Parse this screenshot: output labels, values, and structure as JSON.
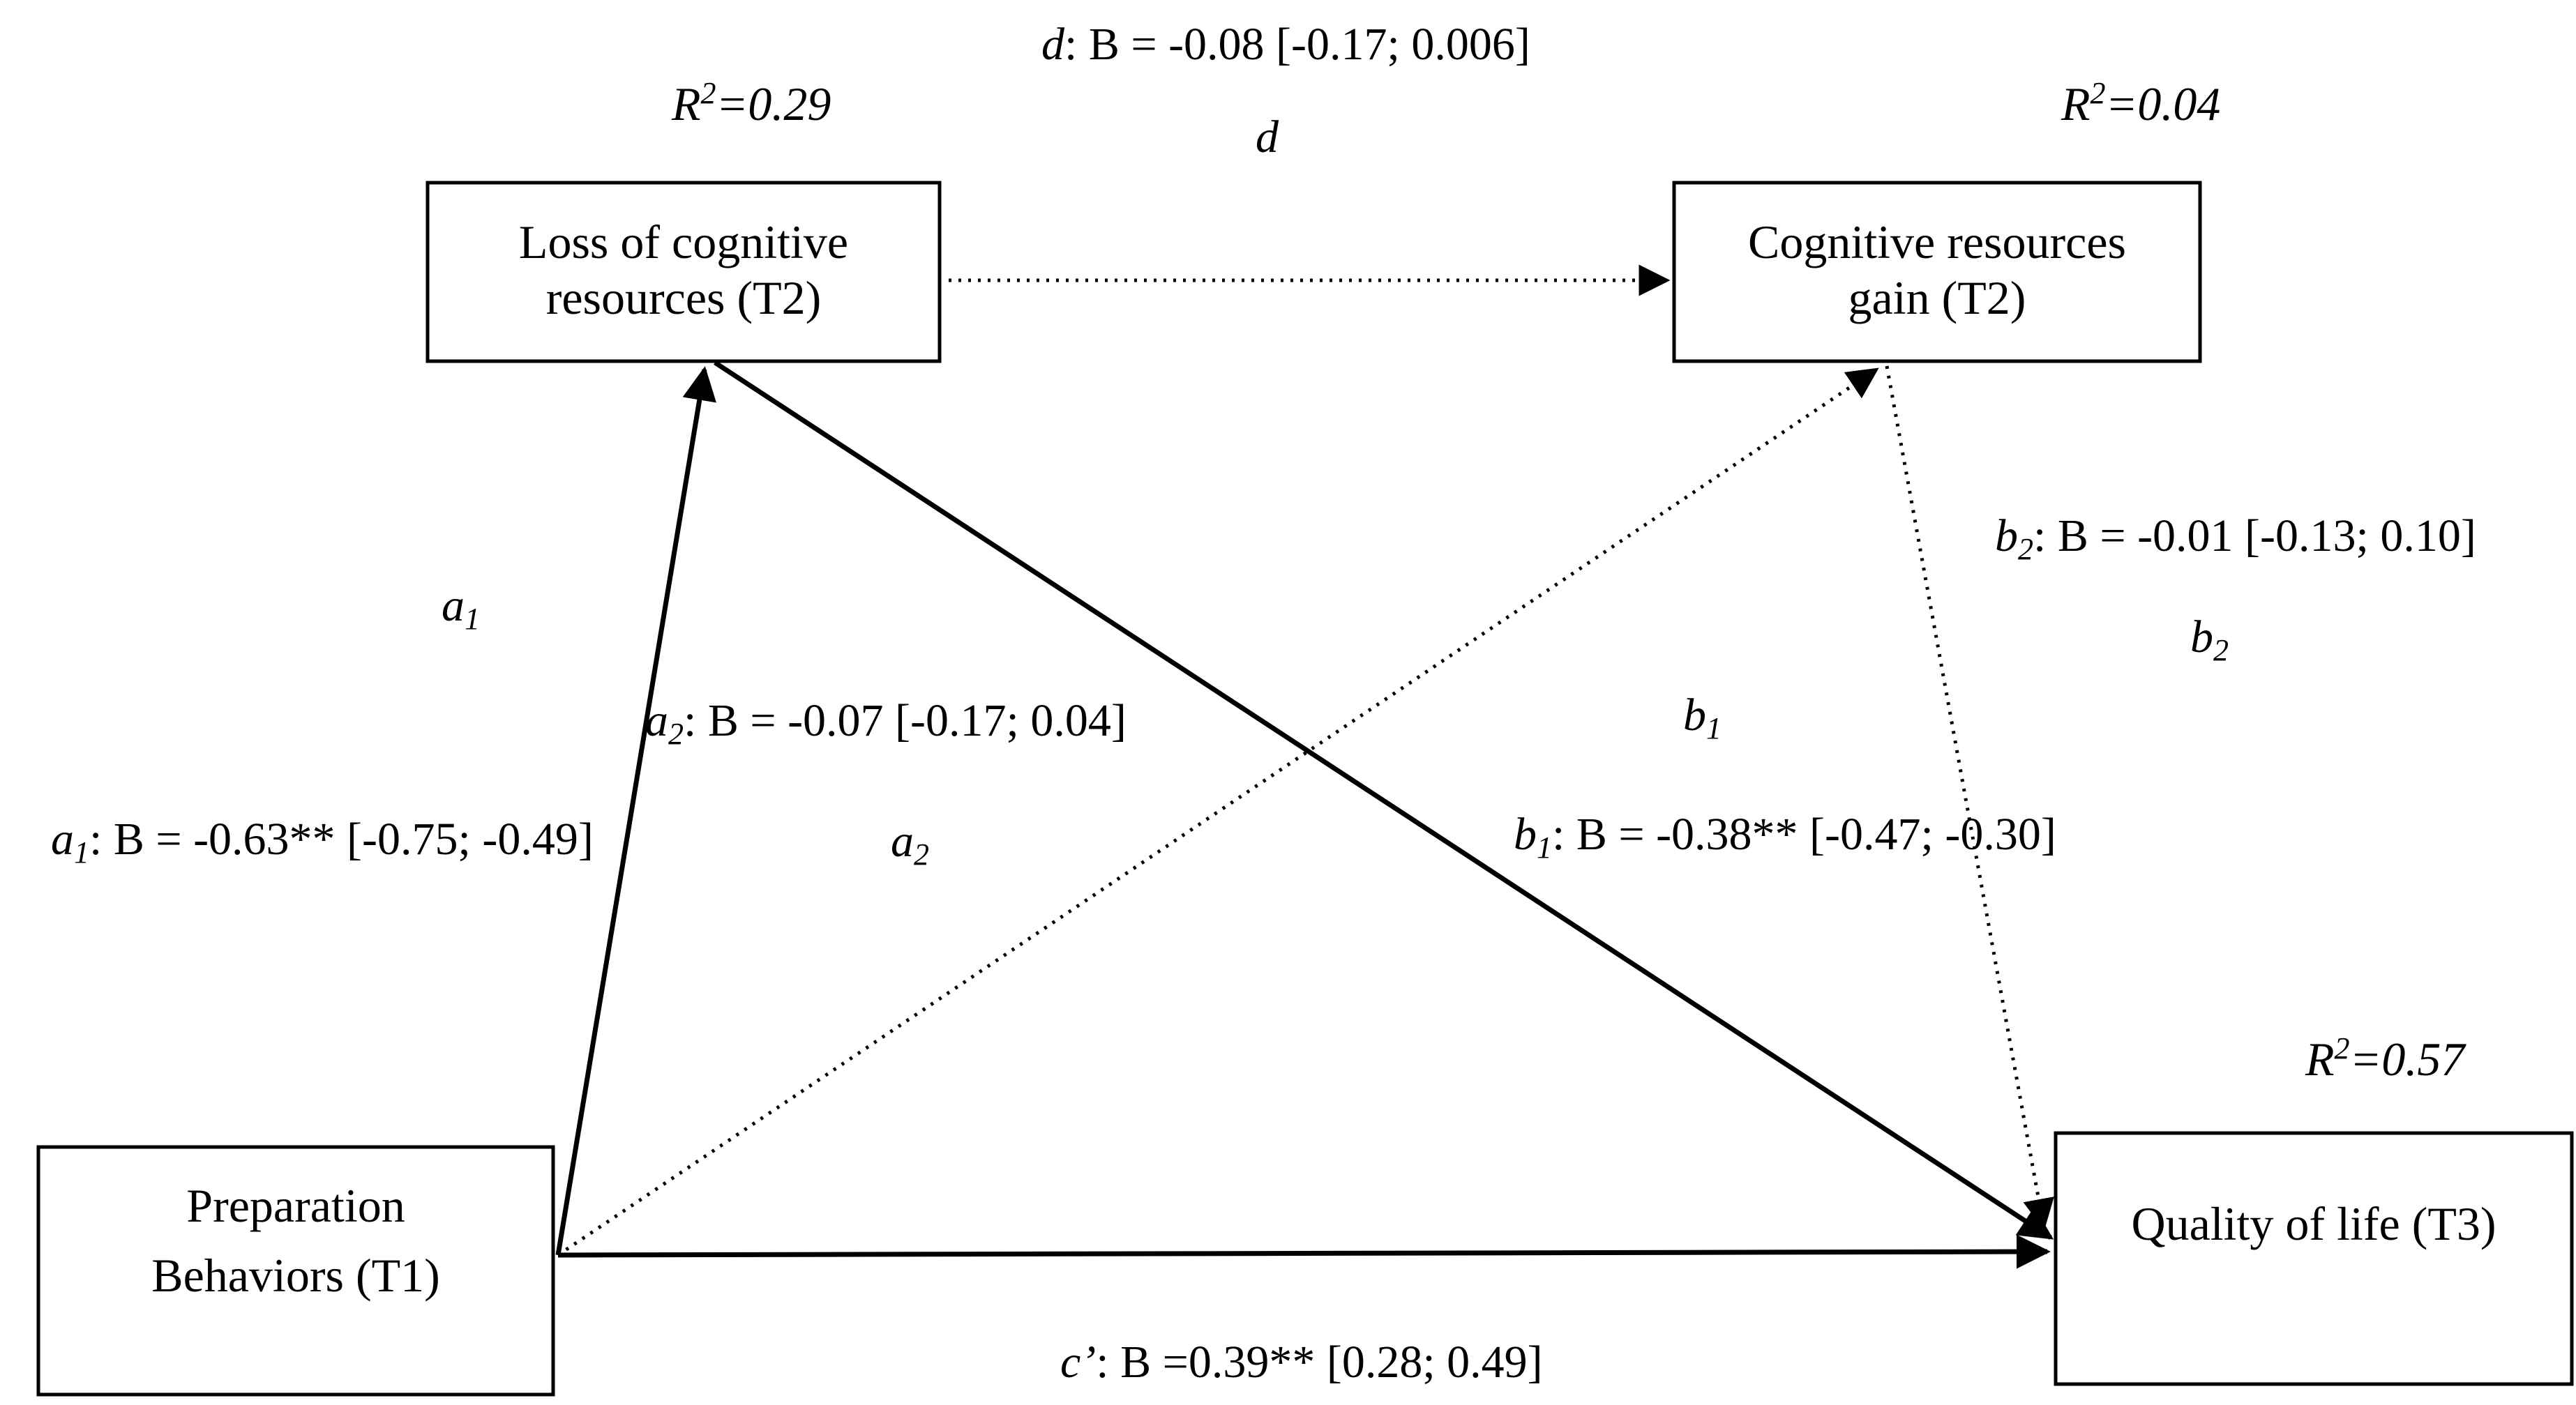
{
  "nodes": {
    "loss": {
      "line1": "Loss of cognitive",
      "line2": "resources (T2)",
      "r2_prefix": "R",
      "r2_sup": "2",
      "r2_value": "=0.29"
    },
    "gain": {
      "line1": "Cognitive resources",
      "line2": "gain (T2)",
      "r2_prefix": "R",
      "r2_sup": "2",
      "r2_value": "=0.04"
    },
    "prep": {
      "line1": "Preparation",
      "line2": "Behaviors (T1)"
    },
    "qol": {
      "line1": "Quality of life (T3)",
      "r2_prefix": "R",
      "r2_sup": "2",
      "r2_value": "=0.57"
    }
  },
  "paths": {
    "d": {
      "symbol": "d",
      "stat": ": B = -0.08 [-0.17; 0.006]",
      "tag": "d",
      "style": "dotted"
    },
    "a1": {
      "symbol": "a",
      "sub": "1",
      "stat": ": B = -0.63** [-0.75; -0.49]",
      "tag_symbol": "a",
      "tag_sub": "1",
      "style": "solid"
    },
    "a2": {
      "symbol": "a",
      "sub": "2",
      "stat": ": B = -0.07 [-0.17; 0.04]",
      "tag_symbol": "a",
      "tag_sub": "2",
      "style": "dotted"
    },
    "b1": {
      "symbol": "b",
      "sub": "1",
      "stat": ": B = -0.38** [-0.47; -0.30]",
      "tag_symbol": "b",
      "tag_sub": "1",
      "style": "solid"
    },
    "b2": {
      "symbol": "b",
      "sub": "2",
      "stat": ": B = -0.01 [-0.13; 0.10]",
      "tag_symbol": "b",
      "tag_sub": "2",
      "style": "dotted"
    },
    "c": {
      "symbol": "c’",
      "stat": ": B =0.39** [0.28; 0.49]",
      "style": "solid"
    }
  },
  "colors": {
    "ink": "#000000",
    "background": "#ffffff"
  }
}
